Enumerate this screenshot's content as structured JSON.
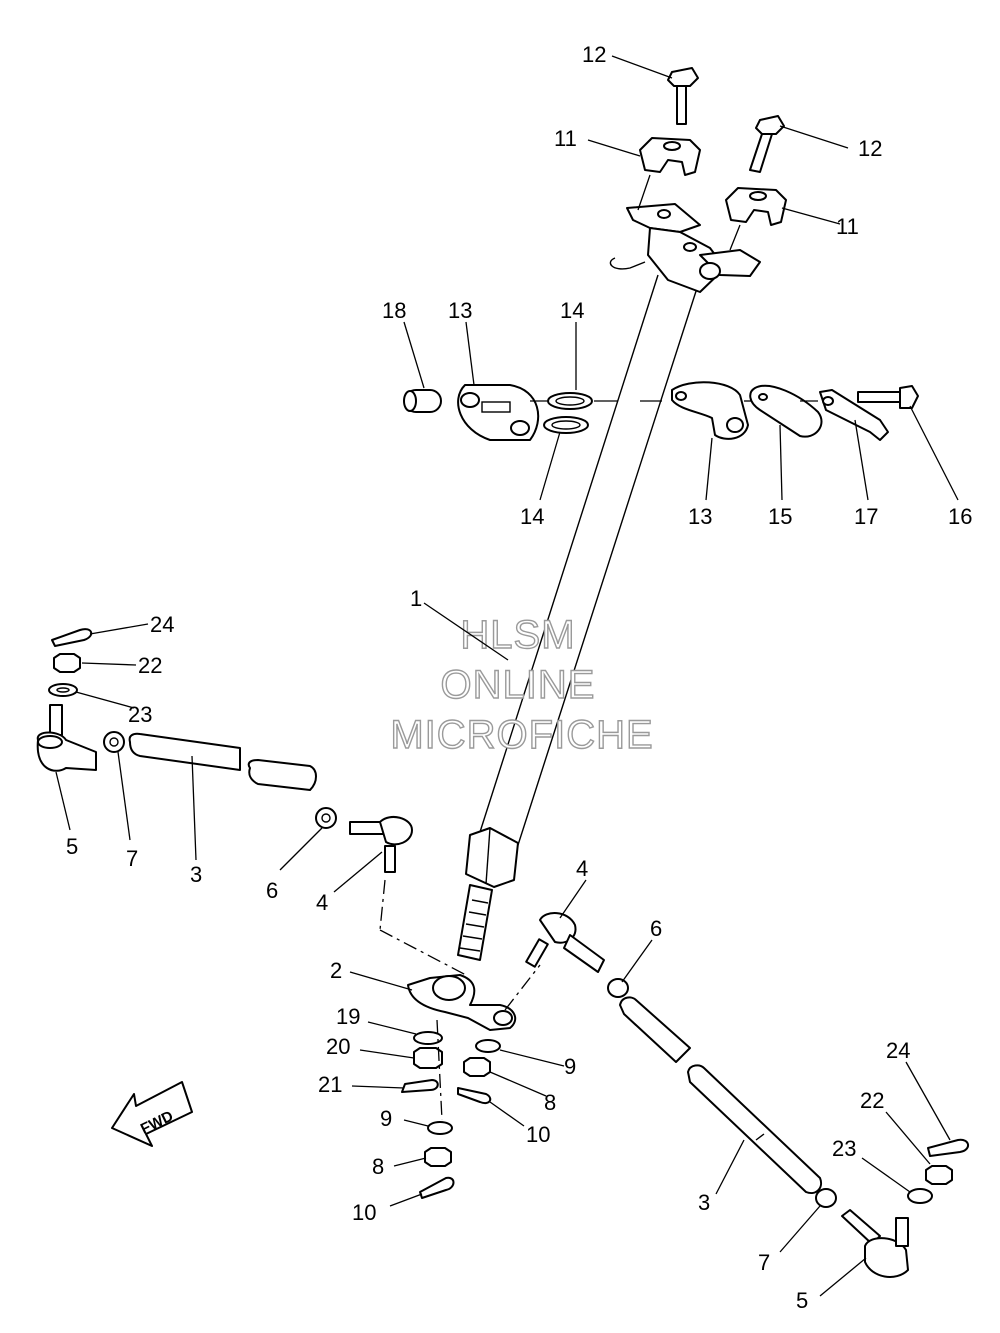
{
  "watermark": {
    "line1": "HLSM",
    "line2": "ONLINE",
    "line3": "MICROFICHE"
  },
  "direction_arrow": {
    "label": "FWD"
  },
  "callouts": [
    {
      "id": "c-12a",
      "text": "12"
    },
    {
      "id": "c-12b",
      "text": "12"
    },
    {
      "id": "c-11a",
      "text": "11"
    },
    {
      "id": "c-11b",
      "text": "11"
    },
    {
      "id": "c-18",
      "text": "18"
    },
    {
      "id": "c-13a",
      "text": "13"
    },
    {
      "id": "c-14a",
      "text": "14"
    },
    {
      "id": "c-14b",
      "text": "14"
    },
    {
      "id": "c-13b",
      "text": "13"
    },
    {
      "id": "c-15",
      "text": "15"
    },
    {
      "id": "c-17",
      "text": "17"
    },
    {
      "id": "c-16",
      "text": "16"
    },
    {
      "id": "c-1",
      "text": "1"
    },
    {
      "id": "c-24a",
      "text": "24"
    },
    {
      "id": "c-22a",
      "text": "22"
    },
    {
      "id": "c-23a",
      "text": "23"
    },
    {
      "id": "c-5a",
      "text": "5"
    },
    {
      "id": "c-7a",
      "text": "7"
    },
    {
      "id": "c-3a",
      "text": "3"
    },
    {
      "id": "c-6a",
      "text": "6"
    },
    {
      "id": "c-4a",
      "text": "4"
    },
    {
      "id": "c-2",
      "text": "2"
    },
    {
      "id": "c-19",
      "text": "19"
    },
    {
      "id": "c-20",
      "text": "20"
    },
    {
      "id": "c-21",
      "text": "21"
    },
    {
      "id": "c-9a",
      "text": "9"
    },
    {
      "id": "c-8a",
      "text": "8"
    },
    {
      "id": "c-10a",
      "text": "10"
    },
    {
      "id": "c-4b",
      "text": "4"
    },
    {
      "id": "c-6b",
      "text": "6"
    },
    {
      "id": "c-9b",
      "text": "9"
    },
    {
      "id": "c-8b",
      "text": "8"
    },
    {
      "id": "c-10b",
      "text": "10"
    },
    {
      "id": "c-24b",
      "text": "24"
    },
    {
      "id": "c-22b",
      "text": "22"
    },
    {
      "id": "c-23b",
      "text": "23"
    },
    {
      "id": "c-3b",
      "text": "3"
    },
    {
      "id": "c-7b",
      "text": "7"
    },
    {
      "id": "c-5b",
      "text": "5"
    }
  ]
}
